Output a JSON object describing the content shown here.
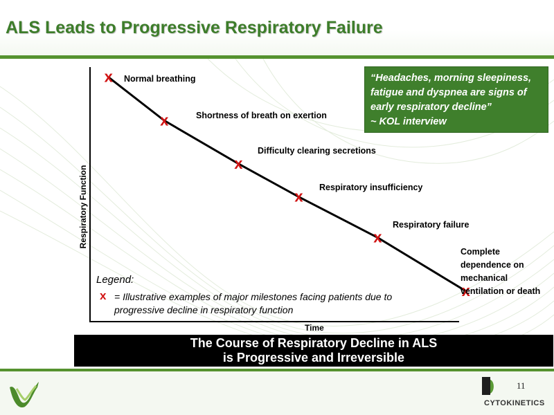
{
  "slide": {
    "title": "ALS Leads to Progressive Respiratory Failure",
    "page_number": "11",
    "company": "CYTOKINETICS"
  },
  "quote": {
    "lines": [
      "“Headaches, morning sleepiness,",
      "fatigue and dyspnea are signs of",
      "early respiratory decline”",
      "~ KOL interview"
    ]
  },
  "legend": {
    "title": "Legend:",
    "marker": "x",
    "text": "= Illustrative examples of major milestones facing patients due to progressive decline in respiratory function"
  },
  "banner": {
    "line1": "The Course of Respiratory Decline in ALS",
    "line2": "is Progressive and Irreversible"
  },
  "chart_data": {
    "type": "line",
    "title": "",
    "xlabel": "Time",
    "ylabel": "Respiratory Function",
    "grid": false,
    "legend_position": "bottom-left",
    "marker": "x",
    "marker_color": "#d11414",
    "line_color": "#000000",
    "points": [
      {
        "label": "Normal breathing",
        "x": 0.04,
        "y": 0.96
      },
      {
        "label": "Shortness of breath on exertion",
        "x": 0.16,
        "y": 0.79
      },
      {
        "label": "Difficulty clearing secretions",
        "x": 0.32,
        "y": 0.62
      },
      {
        "label": "Respiratory insufficiency",
        "x": 0.45,
        "y": 0.49
      },
      {
        "label": "Respiratory failure",
        "x": 0.62,
        "y": 0.33
      },
      {
        "label": "Complete dependence on mechanical ventilation or death",
        "x": 0.81,
        "y": 0.12
      }
    ]
  },
  "colors": {
    "brand_green": "#3d7d2a",
    "rule_green": "#55922f",
    "quote_box": "#3f7f2c",
    "marker_red": "#d11414"
  }
}
